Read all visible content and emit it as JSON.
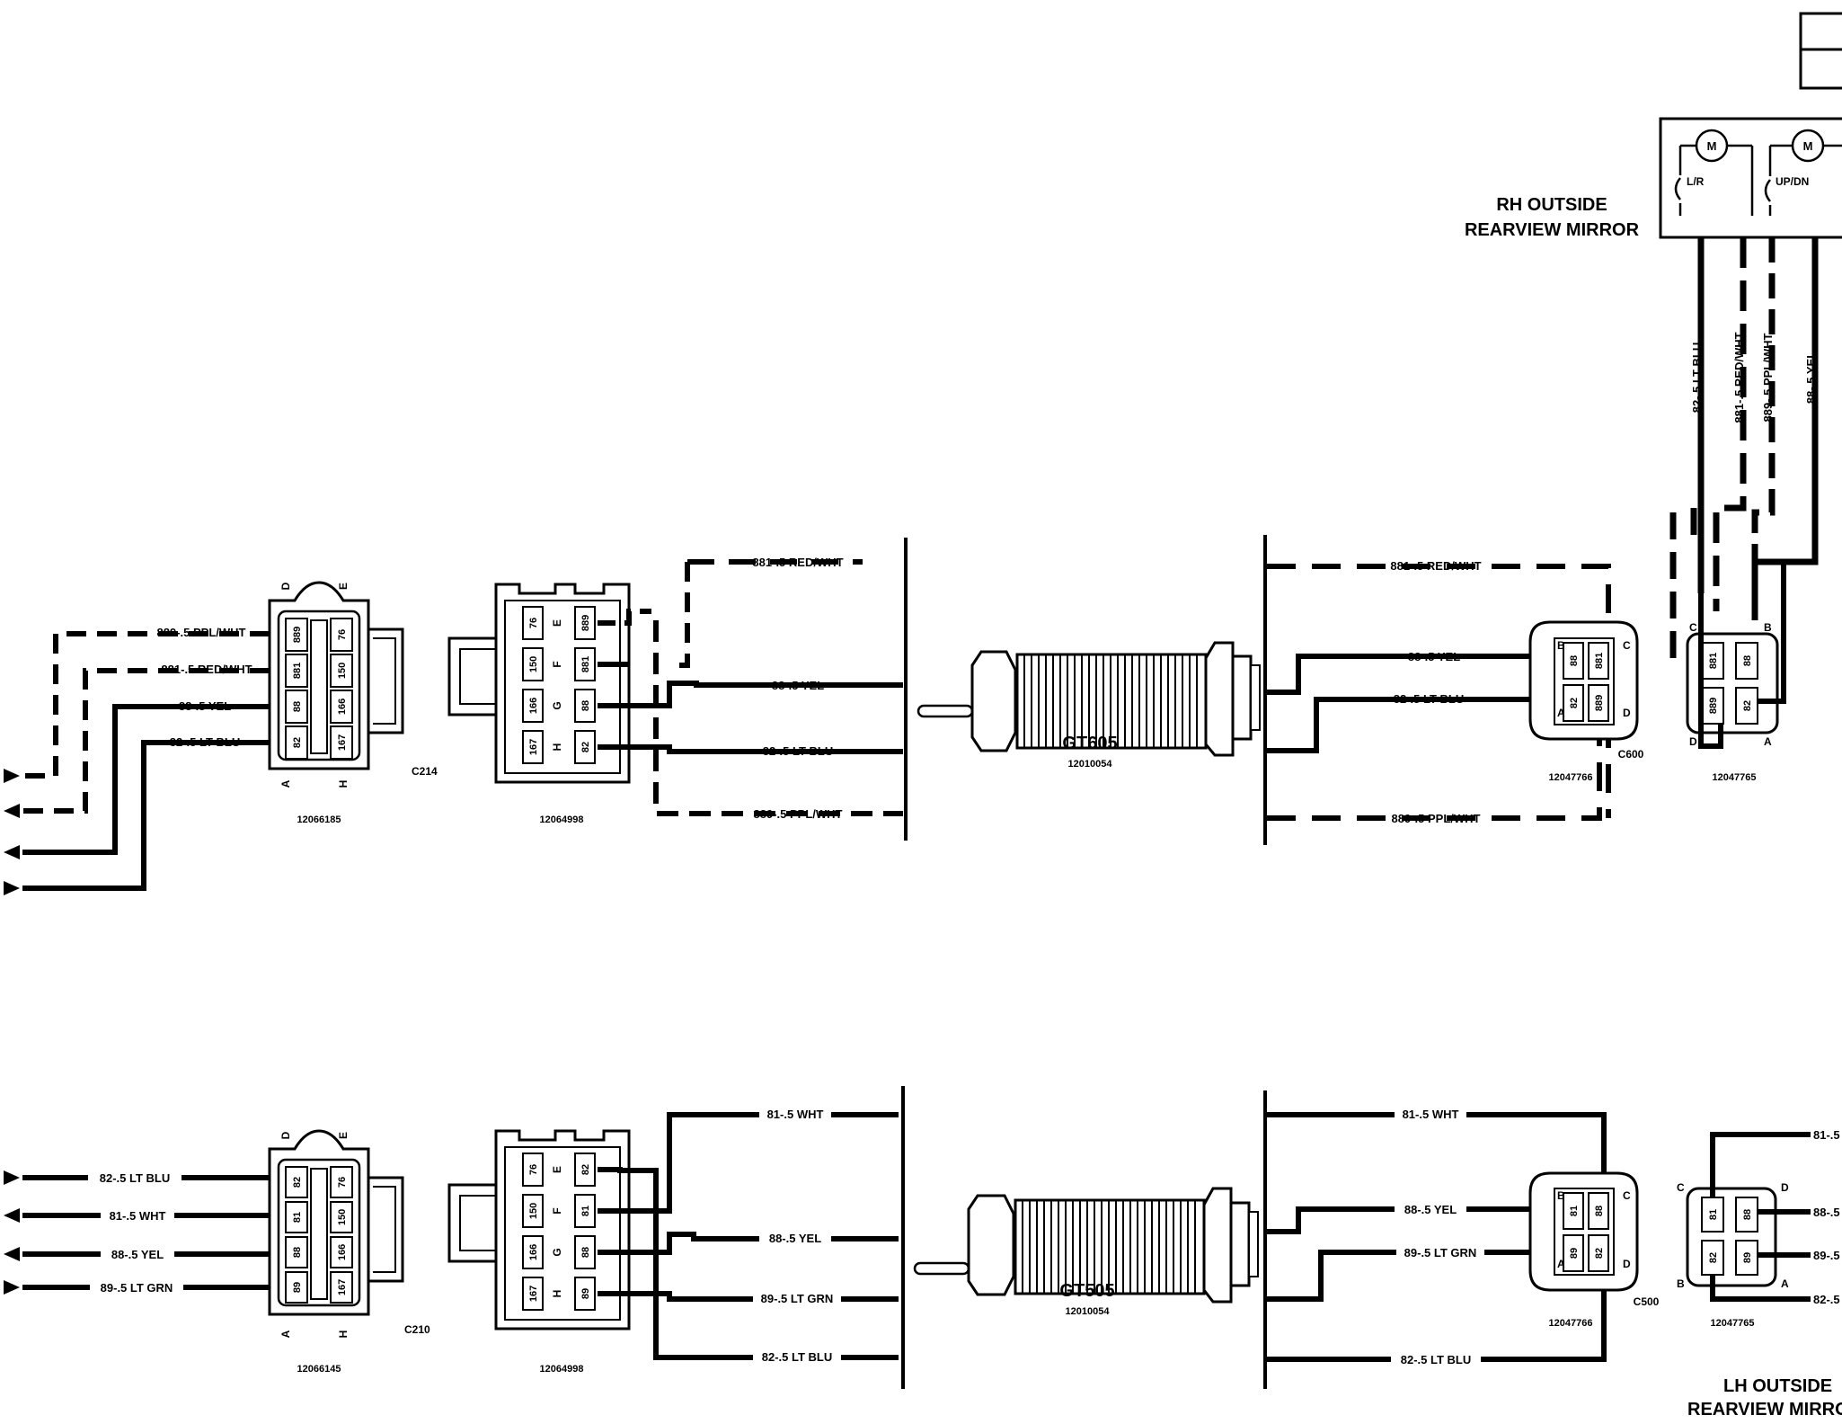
{
  "rh_mirror": {
    "title_line1": "RH OUTSIDE",
    "title_line2": "REARVIEW MIRROR",
    "motor_symbol": "M",
    "motor1_label": "L/R",
    "motor2_label": "UP/DN",
    "riser_wires": [
      "82-.5 LT BLU",
      "881-.5 RED/WHT",
      "889-.5 PPL/WHT",
      "88-.5 YEL"
    ]
  },
  "lh_mirror": {
    "title_line1": "LH OUTSIDE",
    "title_line2": "REARVIEW MIRROR"
  },
  "upper": {
    "c1_wires": [
      "889-.5 PPL/WHT",
      "881-.5 RED/WHT",
      "88-.5 YEL",
      "82-.5 LT BLU"
    ],
    "c1_cavities_left": [
      "889",
      "881",
      "88",
      "82"
    ],
    "c1_cavities_right": [
      "76",
      "150",
      "166",
      "167"
    ],
    "c1_pins_top": [
      "D",
      "E"
    ],
    "c1_pins_bottom": [
      "A",
      "H"
    ],
    "c1_id": "C214",
    "c1_part": "12066185",
    "c2_cavities_left": [
      "76",
      "150",
      "166",
      "167"
    ],
    "c2_letters": [
      "E",
      "F",
      "G",
      "H"
    ],
    "c2_cavities_right": [
      "889",
      "881",
      "88",
      "82"
    ],
    "c2_part": "12064998",
    "mid_wires": [
      "881-.5 RED/WHT",
      "88-.5 YEL",
      "82-.5 LT BLU",
      "889-.5 PPL/WHT"
    ],
    "grommet_id": "GT605",
    "grommet_part": "12010054",
    "door_wires": [
      "881-.5 RED/WHT",
      "88-.5 YEL",
      "82-.5 LT BLU",
      "889-.5 PPL/WHT"
    ],
    "c3_cavities": [
      "88",
      "881",
      "82",
      "889"
    ],
    "c3_pins": [
      "B",
      "C",
      "A",
      "D"
    ],
    "c3_part": "12047766",
    "c3_id": "C600",
    "c4_cavities": [
      "881",
      "88",
      "889",
      "82"
    ],
    "c4_pins": [
      "C",
      "B",
      "D",
      "A"
    ],
    "c4_part": "12047765"
  },
  "lower": {
    "c1_wires": [
      "82-.5 LT BLU",
      "81-.5 WHT",
      "88-.5 YEL",
      "89-.5 LT GRN"
    ],
    "c1_cavities_left": [
      "82",
      "81",
      "88",
      "89"
    ],
    "c1_cavities_right": [
      "76",
      "150",
      "166",
      "167"
    ],
    "c1_pins_top": [
      "D",
      "E"
    ],
    "c1_pins_bottom": [
      "A",
      "H"
    ],
    "c1_id": "C210",
    "c1_part": "12066145",
    "c2_cavities_left": [
      "76",
      "150",
      "166",
      "167"
    ],
    "c2_letters": [
      "E",
      "F",
      "G",
      "H"
    ],
    "c2_cavities_right": [
      "82",
      "81",
      "88",
      "89"
    ],
    "c2_part": "12064998",
    "mid_wires": [
      "81-.5 WHT",
      "88-.5 YEL",
      "89-.5 LT GRN",
      "82-.5 LT BLU"
    ],
    "grommet_id": "GT505",
    "grommet_part": "12010054",
    "door_wires": [
      "81-.5 WHT",
      "88-.5 YEL",
      "89-.5 LT GRN",
      "82-.5 LT BLU"
    ],
    "c3_cavities": [
      "81",
      "88",
      "89",
      "82"
    ],
    "c3_pins": [
      "B",
      "C",
      "A",
      "D"
    ],
    "c3_part": "12047766",
    "c3_id": "C500",
    "c4_cavities": [
      "81",
      "88",
      "82",
      "89"
    ],
    "c4_pins": [
      "C",
      "D",
      "B",
      "A"
    ],
    "c4_part": "12047765",
    "c4_wire_stubs": [
      "81-.5",
      "88-.5",
      "89-.5",
      "82-.5"
    ]
  }
}
